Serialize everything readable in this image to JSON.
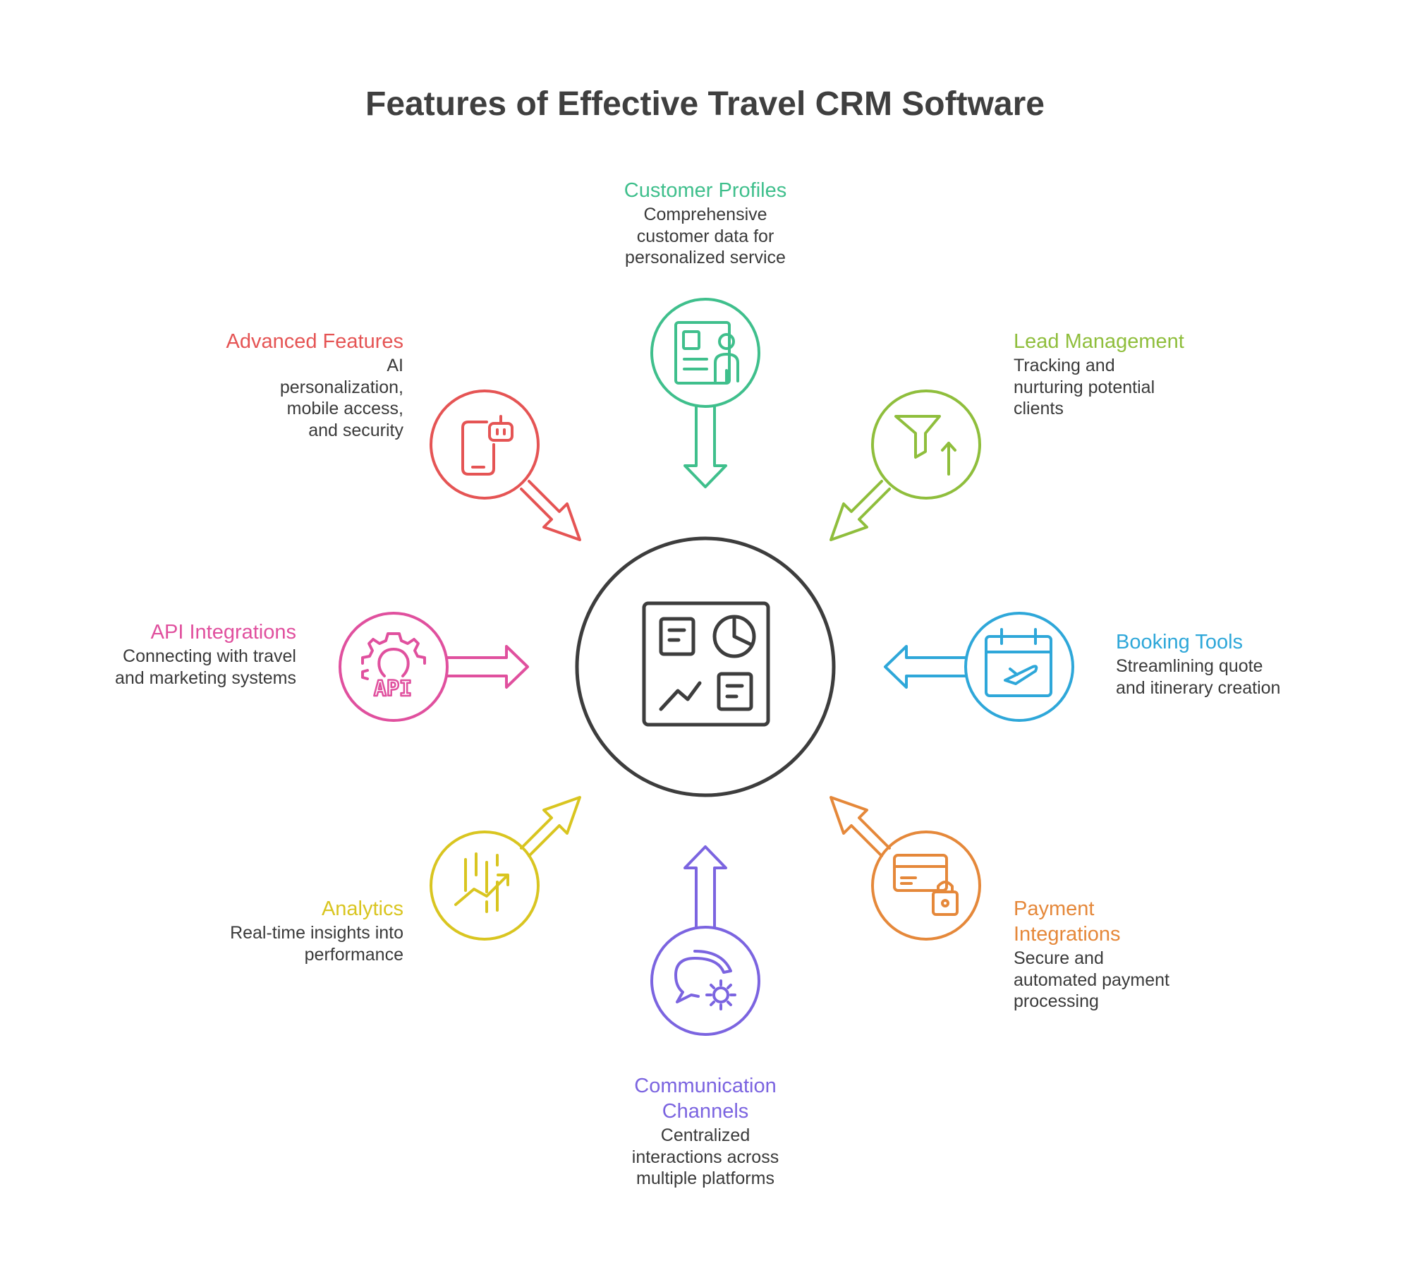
{
  "title": "Features of Effective Travel CRM Software",
  "center": {
    "icon": "dashboard-icon",
    "color": "#3d3d3d"
  },
  "features": {
    "customer_profiles": {
      "title": "Customer Profiles",
      "description": "Comprehensive customer data for personalized service",
      "color": "#3fbf8c",
      "icon": "profile-card-icon"
    },
    "lead_management": {
      "title": "Lead Management",
      "description": "Tracking and nurturing potential clients",
      "color": "#8fbe3c",
      "icon": "funnel-icon"
    },
    "booking_tools": {
      "title": "Booking Tools",
      "description": "Streamlining quote and itinerary creation",
      "color": "#2ea7d9",
      "icon": "calendar-plane-icon"
    },
    "payment_integrations": {
      "title": "Payment Integrations",
      "description": "Secure and automated payment processing",
      "color": "#e5883a",
      "icon": "card-lock-icon"
    },
    "communication_channels": {
      "title": "Communication Channels",
      "description": "Centralized interactions across multiple platforms",
      "color": "#7b64e0",
      "icon": "chat-gear-icon"
    },
    "analytics": {
      "title": "Analytics",
      "description": "Real-time insights into performance",
      "color": "#d9c520",
      "icon": "chart-trend-icon"
    },
    "api_integrations": {
      "title": "API Integrations",
      "description": "Connecting with travel and marketing systems",
      "color": "#e0509e",
      "icon": "gear-api-icon"
    },
    "advanced_features": {
      "title": "Advanced Features",
      "description": "AI personalization, mobile access, and security",
      "color": "#e55454",
      "icon": "phone-bot-icon"
    }
  },
  "icon_text": {
    "api": "API"
  }
}
